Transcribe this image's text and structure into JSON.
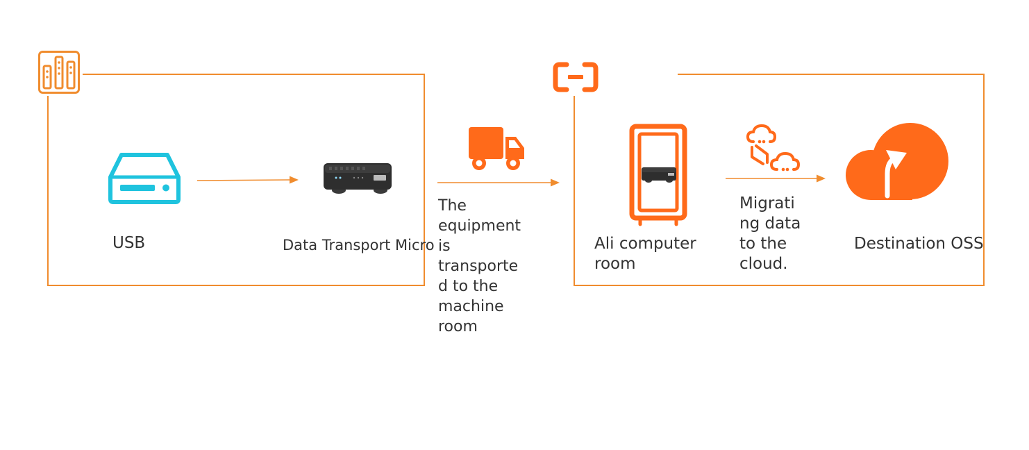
{
  "diagram": {
    "colors": {
      "accent": "#F08C2E",
      "orange_fill": "#FF6A1A",
      "usb_blue": "#1FC3DE",
      "device_dark": "#2E2E2E",
      "text": "#333333"
    },
    "left_group": {
      "icon": "server-rack-icon",
      "usb_label": "USB",
      "device_label": "Data Transport Micro"
    },
    "transport": {
      "icon": "truck-icon",
      "label_lines": [
        "The",
        "equipment",
        "is",
        "transporte",
        "d to the",
        "machine",
        "room"
      ]
    },
    "right_group": {
      "icon": "alibaba-cloud-logo-icon",
      "room_label_lines": [
        "Ali computer",
        "room"
      ],
      "migrate_icon": "cloud-migration-icon",
      "migrate_label_lines": [
        "Migrati",
        "ng data",
        "to the",
        "cloud."
      ],
      "oss_icon": "cloud-upload-icon",
      "oss_label": "Destination OSS"
    }
  }
}
